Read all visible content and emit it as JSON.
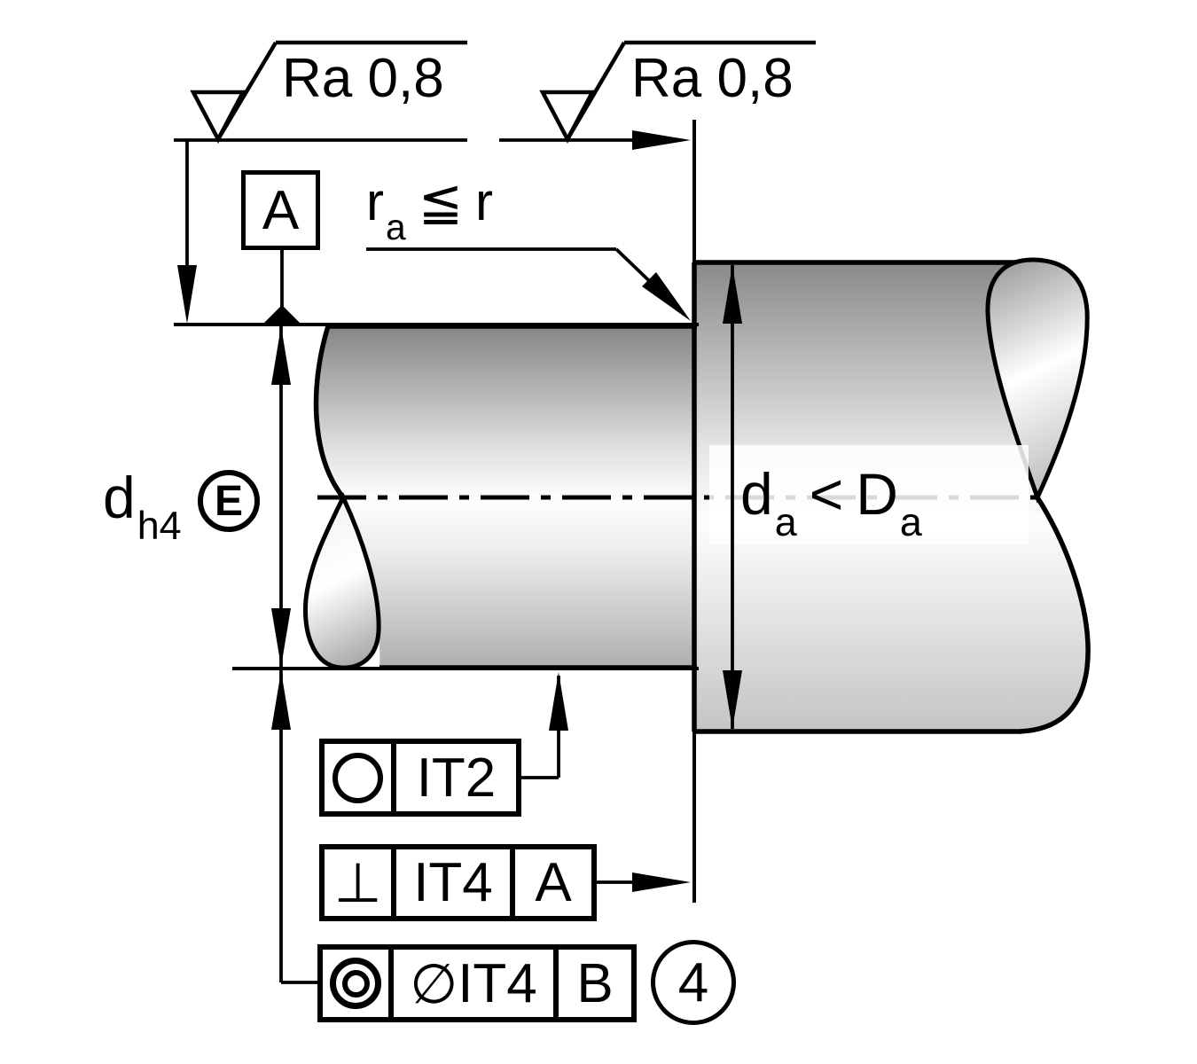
{
  "surface_finish": {
    "left_label": "Ra 0,8",
    "right_label": "Ra 0,8"
  },
  "datum_a": {
    "label": "A"
  },
  "fillet_note": {
    "base": "r",
    "sub": "a",
    "relation": "≦",
    "ref": "r"
  },
  "seat_diameter": {
    "base": "d",
    "sub": "h4",
    "envelope": "E"
  },
  "abutment_note": {
    "left_base": "d",
    "left_sub": "a",
    "relation": "<",
    "right_base": "D",
    "right_sub": "a"
  },
  "tolerances": {
    "roundness": {
      "value": "IT2"
    },
    "perpendicularity": {
      "symbol": "⊥",
      "value": "IT4",
      "datum": "A"
    },
    "coaxiality": {
      "diameter_symbol": "∅",
      "value": "IT4",
      "datum": "B"
    }
  },
  "callout": {
    "number": "4"
  },
  "colors": {
    "line": "#000000",
    "shaft_dark": "#8a8a8a",
    "shaft_mid": "#c4c4c4",
    "shaft_light": "#ffffff"
  }
}
